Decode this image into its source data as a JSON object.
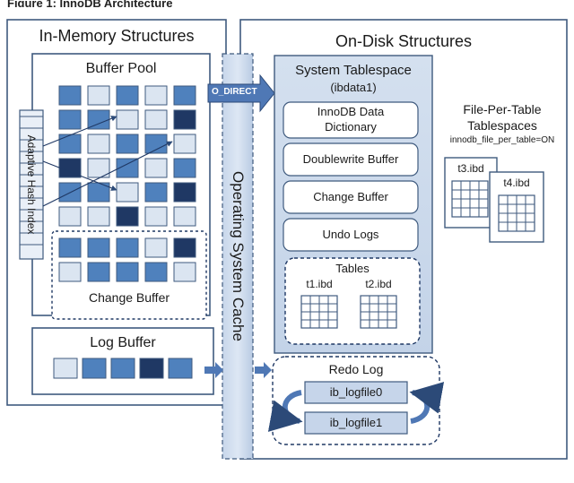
{
  "figure": {
    "caption": "Figure 1: InnoDB Architecture"
  },
  "in_memory": {
    "title": "In-Memory Structures",
    "buffer_pool": {
      "title": "Buffer Pool",
      "adaptive_hash_index": "Adaptive Hash Index",
      "change_buffer": "Change Buffer",
      "page_grid": [
        [
          "m",
          "l",
          "m",
          "l",
          "m"
        ],
        [
          "m",
          "m",
          "l",
          "l",
          "d"
        ],
        [
          "m",
          "l",
          "m",
          "m",
          "l"
        ],
        [
          "d",
          "l",
          "m",
          "l",
          "m"
        ],
        [
          "m",
          "m",
          "l",
          "m",
          "d"
        ],
        [
          "l",
          "l",
          "d",
          "l",
          "l"
        ]
      ],
      "change_buffer_grid": [
        [
          "m",
          "m",
          "m",
          "l",
          "d"
        ],
        [
          "l",
          "m",
          "m",
          "m",
          "l"
        ]
      ]
    },
    "log_buffer": {
      "title": "Log Buffer",
      "cells": [
        "l",
        "m",
        "m",
        "d",
        "m"
      ]
    }
  },
  "os_cache": {
    "label": "Operating System Cache",
    "o_direct": "O_DIRECT"
  },
  "on_disk": {
    "title": "On-Disk Structures",
    "system_tablespace": {
      "title": "System Tablespace",
      "subtitle": "(ibdata1)",
      "items": [
        "InnoDB Data Dictionary",
        "Doublewrite Buffer",
        "Change Buffer",
        "Undo Logs"
      ],
      "dictionary_line1": "InnoDB Data",
      "dictionary_line2": "Dictionary",
      "tables": {
        "title": "Tables",
        "files": [
          "t1.ibd",
          "t2.ibd"
        ]
      }
    },
    "file_per_table": {
      "line1": "File-Per-Table",
      "line2": "Tablespaces",
      "setting": "innodb_file_per_table=ON",
      "files": [
        "t3.ibd",
        "t4.ibd"
      ]
    },
    "redo_log": {
      "title": "Redo Log",
      "files": [
        "ib_logfile0",
        "ib_logfile1"
      ]
    }
  },
  "colors": {
    "border": "#3f5a7e",
    "panel_fill": "#d8e3f0",
    "light": "#dbe5f1",
    "mid": "#4f81bd",
    "dark": "#1f3864",
    "arrow": "#4f78b5"
  }
}
